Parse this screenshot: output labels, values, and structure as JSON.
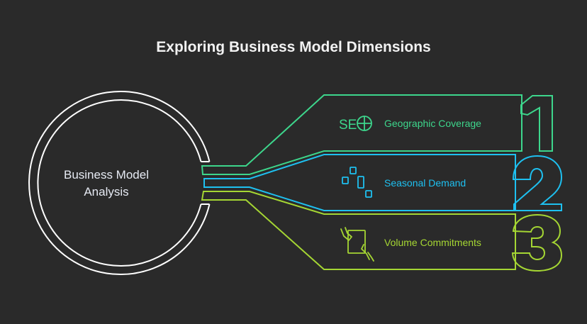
{
  "title": "Exploring Business Model Dimensions",
  "center": {
    "label_line1": "Business Model",
    "label_line2": "Analysis",
    "color": "#ffffff"
  },
  "items": [
    {
      "number": "1",
      "label": "Geographic Coverage",
      "icon": "seo-globe-icon",
      "icon_text": "SE",
      "color": "#3dd68c"
    },
    {
      "number": "2",
      "label": "Seasonal Demand",
      "icon": "scattered-blocks-icon",
      "color": "#1ec0f0"
    },
    {
      "number": "3",
      "label": "Volume Commitments",
      "icon": "handshake-document-icon",
      "color": "#a5d633"
    }
  ]
}
